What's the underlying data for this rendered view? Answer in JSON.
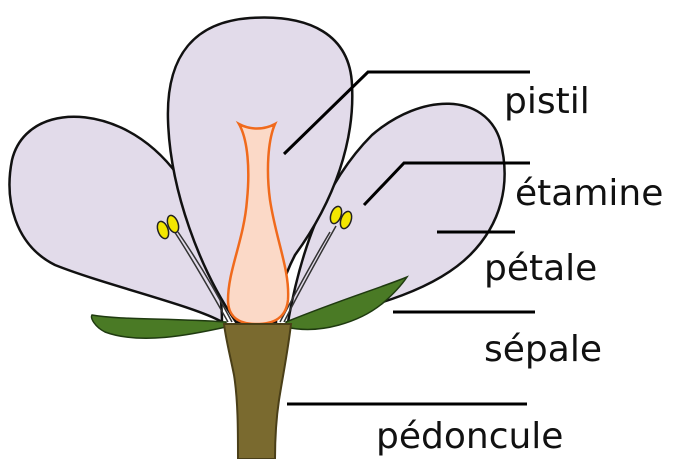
{
  "labels": {
    "pistil": "pistil",
    "etamine": "étamine",
    "petale": "pétale",
    "sepale": "sépale",
    "pedoncule": "pédoncule"
  },
  "colors": {
    "petal_fill": "#e2dbea",
    "petal_stroke": "#111111",
    "pistil_fill": "#fbd9c7",
    "pistil_stroke": "#f06a1c",
    "anther_fill": "#f3e600",
    "sepal_fill": "#4a7a25",
    "stem_fill": "#7a6a2f",
    "stem_stroke": "#4a3f18"
  }
}
